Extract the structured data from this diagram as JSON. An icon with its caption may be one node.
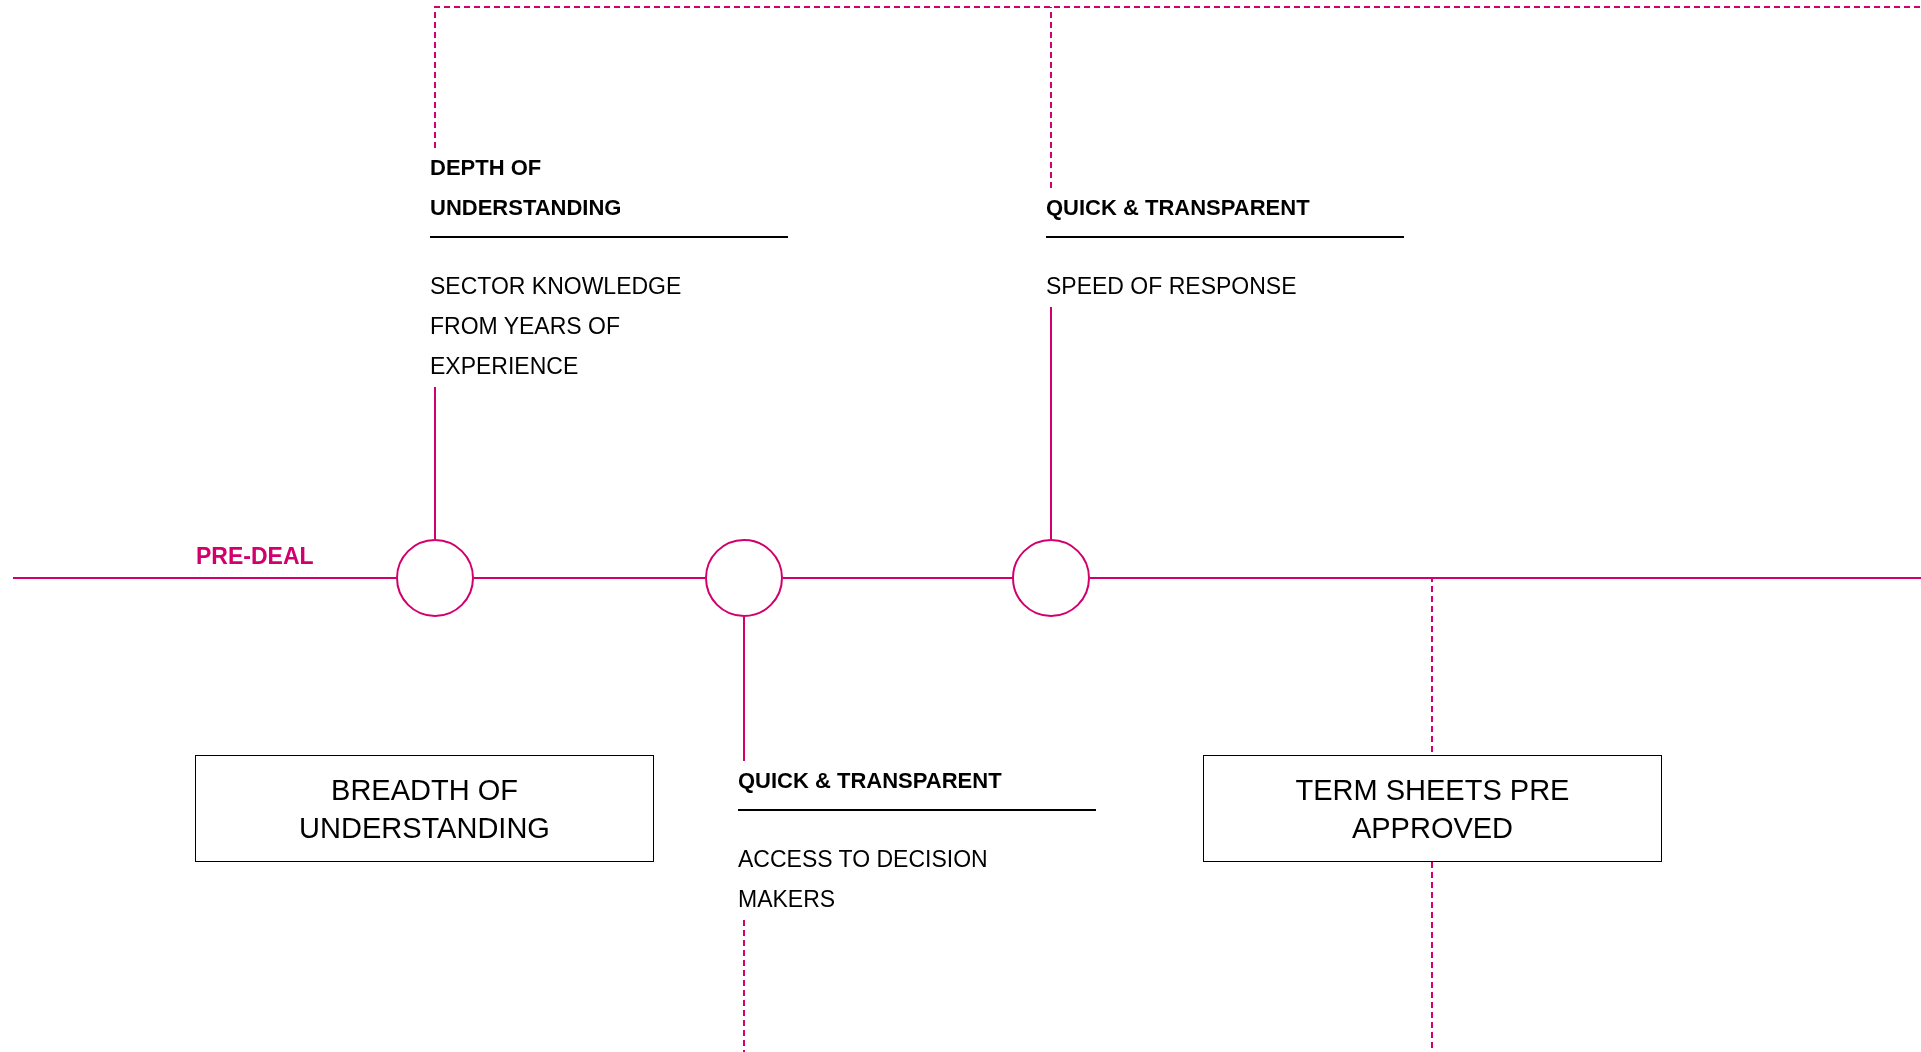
{
  "diagram": {
    "nodes": [
      {
        "text": [
          "DEPTH OF UNDERSTANDING",
          "SECTOR KNOWLEDGE FROM YEARS OF EXPERIENCE"
        ]
      },
      {
        "text": [
          "QUICK & TRANSPARENT",
          "SPEED OF RESPONSE"
        ]
      },
      {
        "text": [],
        "shape": "circle"
      },
      {
        "text": [],
        "shape": "circle"
      },
      {
        "text": [],
        "shape": "circle"
      },
      {
        "text": [
          "BREADTH OF UNDERSTANDING"
        ]
      },
      {
        "text": [
          "QUICK & TRANSPARENT",
          "ACCESS TO DECISION MAKERS"
        ]
      },
      {
        "text": [
          "TERM SHEETS PRE APPROVED"
        ]
      }
    ],
    "edges": [
      {
        "from": null,
        "to": 2,
        "arrow": "none"
      },
      {
        "from": 2,
        "to": 3,
        "arrow": "none"
      },
      {
        "from": 3,
        "to": 4,
        "arrow": "none"
      },
      {
        "from": 4,
        "to": null,
        "arrow": "none"
      },
      {
        "from": 2,
        "to": 0,
        "arrow": "none"
      },
      {
        "from": 4,
        "to": 1,
        "arrow": "none"
      },
      {
        "from": 3,
        "to": 6,
        "arrow": "none"
      },
      {
        "from": 0,
        "to": null,
        "arrow": "none",
        "style": "dashed"
      },
      {
        "from": 1,
        "to": null,
        "arrow": "none",
        "style": "dashed"
      },
      {
        "from": 4,
        "to": 7,
        "arrow": "none",
        "style": "dashed"
      },
      {
        "from": 6,
        "to": null,
        "arrow": "none",
        "style": "dashed"
      },
      {
        "from": 7,
        "to": null,
        "arrow": "none",
        "style": "dashed"
      }
    ],
    "labels": [
      "PRE-DEAL"
    ]
  }
}
